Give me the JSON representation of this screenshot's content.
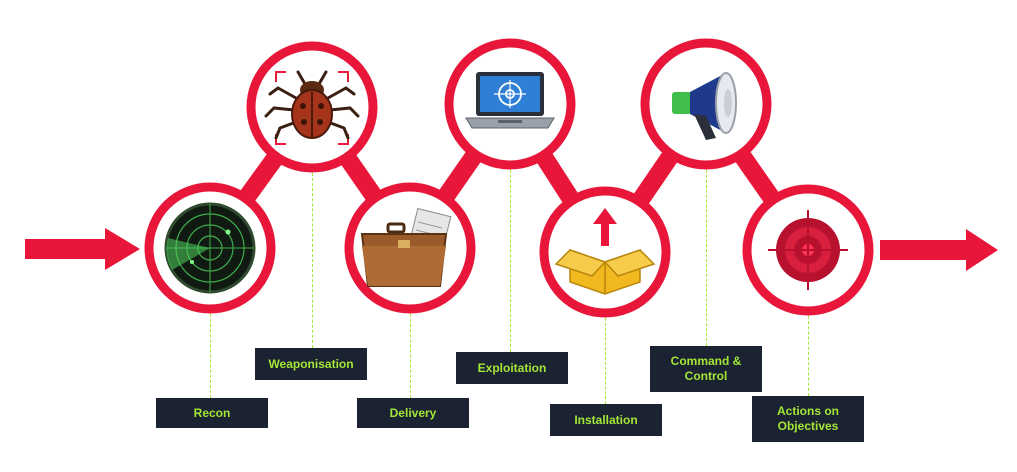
{
  "diagram": {
    "stages": [
      {
        "id": "recon",
        "label": "Recon",
        "icon": "radar-icon"
      },
      {
        "id": "weaponisation",
        "label": "Weaponisation",
        "icon": "bug-icon"
      },
      {
        "id": "delivery",
        "label": "Delivery",
        "icon": "briefcase-icon"
      },
      {
        "id": "exploitation",
        "label": "Exploitation",
        "icon": "laptop-target-icon"
      },
      {
        "id": "installation",
        "label": "Installation",
        "icon": "package-icon"
      },
      {
        "id": "command_control",
        "label": "Command & Control",
        "icon": "megaphone-icon"
      },
      {
        "id": "actions",
        "label": "Actions on Objectives",
        "icon": "target-icon"
      }
    ],
    "colors": {
      "accent": "#e8173a",
      "label_bg": "#1b2333",
      "label_text": "#a3e635"
    }
  }
}
